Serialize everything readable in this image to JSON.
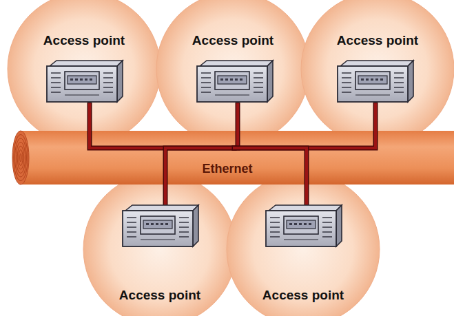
{
  "diagram": {
    "nodes": [
      {
        "text": [
          "Access point"
        ]
      },
      {
        "text": [
          "Access point"
        ]
      },
      {
        "text": [
          "Access point"
        ]
      },
      {
        "text": [
          "Ethernet"
        ]
      },
      {
        "text": [
          "Access point"
        ]
      },
      {
        "text": [
          "Access point"
        ]
      }
    ],
    "edges": [
      {
        "from": 0,
        "to": 3,
        "arrow": "none"
      },
      {
        "from": 1,
        "to": 3,
        "arrow": "none"
      },
      {
        "from": 2,
        "to": 3,
        "arrow": "none"
      },
      {
        "from": 4,
        "to": 3,
        "arrow": "none"
      },
      {
        "from": 5,
        "to": 3,
        "arrow": "none"
      }
    ]
  }
}
